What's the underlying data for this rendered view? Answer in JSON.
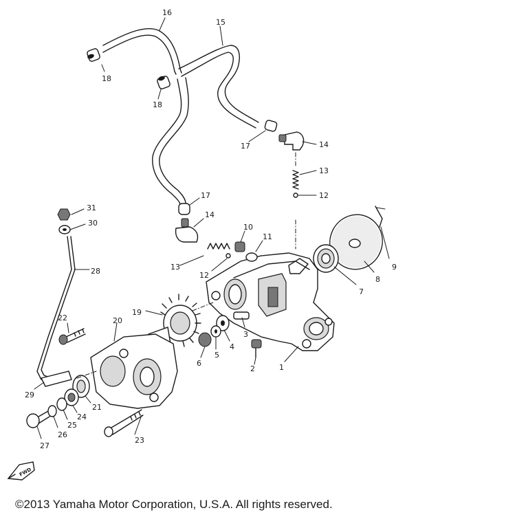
{
  "labels": [
    {
      "text": "16"
    },
    {
      "text": "15"
    },
    {
      "text": "18"
    },
    {
      "text": "18"
    },
    {
      "text": "17"
    },
    {
      "text": "14"
    },
    {
      "text": "13"
    },
    {
      "text": "12"
    },
    {
      "text": "31"
    },
    {
      "text": "30"
    },
    {
      "text": "17"
    },
    {
      "text": "14"
    },
    {
      "text": "10"
    },
    {
      "text": "11"
    },
    {
      "text": "13"
    },
    {
      "text": "12"
    },
    {
      "text": "9"
    },
    {
      "text": "8"
    },
    {
      "text": "7"
    },
    {
      "text": "28"
    },
    {
      "text": "19"
    },
    {
      "text": "22"
    },
    {
      "text": "20"
    },
    {
      "text": "3"
    },
    {
      "text": "4"
    },
    {
      "text": "5"
    },
    {
      "text": "6"
    },
    {
      "text": "2"
    },
    {
      "text": "1"
    },
    {
      "text": "29"
    },
    {
      "text": "21"
    },
    {
      "text": "24"
    },
    {
      "text": "25"
    },
    {
      "text": "26"
    },
    {
      "text": "27"
    },
    {
      "text": "23"
    }
  ],
  "fwd_mark": "FWD",
  "copyright": "©2013 Yamaha Motor Corporation, U.S.A. All rights reserved."
}
